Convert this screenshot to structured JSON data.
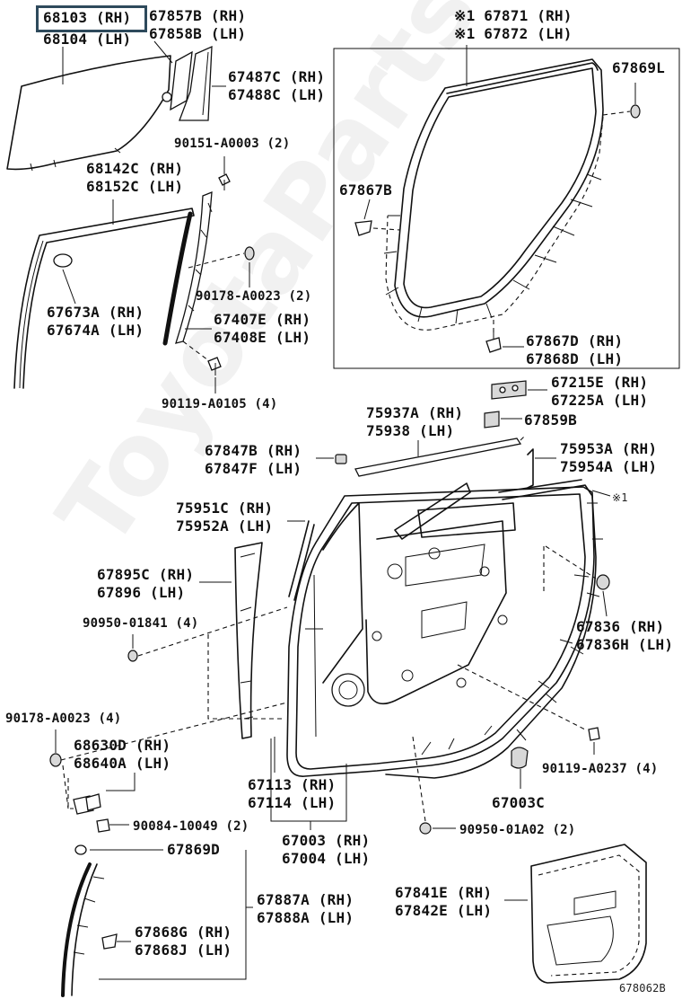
{
  "watermark": "ToyotaPartsMine.ru",
  "diagram_code": "678062B",
  "highlighted_part": "68103 (RH)",
  "labels": {
    "p68103": "68103 (RH)",
    "p68104": "68104 (LH)",
    "p67857b": "67857B (RH)",
    "p67858b": "67858B (LH)",
    "p67487c": "67487C (RH)",
    "p67488c": "67488C (LH)",
    "p90151": "90151-A0003 (2)",
    "p68142c": "68142C (RH)",
    "p68152c": "68152C (LH)",
    "p67673a": "67673A (RH)",
    "p67674a": "67674A (LH)",
    "p90178a": "90178-A0023 (2)",
    "p67407e": "67407E (RH)",
    "p67408e": "67408E (LH)",
    "p90119a": "90119-A0105 (4)",
    "p67871": "※1 67871 (RH)",
    "p67872": "※1 67872 (LH)",
    "p67869l": "67869L",
    "p67867b": "67867B",
    "p67867d": "67867D (RH)",
    "p67868d": "67868D (LH)",
    "p67215e": "67215E (RH)",
    "p67225a": "67225A (LH)",
    "p67859b": "67859B",
    "p75937a": "75937A (RH)",
    "p75938": "75938 (LH)",
    "p67847b": "67847B (RH)",
    "p67847f": "67847F (LH)",
    "p75953a": "75953A (RH)",
    "p75954a": "75954A (LH)",
    "ref1": "※1",
    "p75951c": "75951C (RH)",
    "p75952a": "75952A (LH)",
    "p67895c": "67895C (RH)",
    "p67896": "67896 (LH)",
    "p90950a": "90950-01841 (4)",
    "p67836": "67836 (RH)",
    "p67836h": "67836H (LH)",
    "p90178b": "90178-A0023 (4)",
    "p68630d": "68630D (RH)",
    "p68640a": "68640A (LH)",
    "p67113": "67113 (RH)",
    "p67114": "67114 (LH)",
    "p90119b": "90119-A0237 (4)",
    "p67003c": "67003C",
    "p90084": "90084-10049 (2)",
    "p67003": "67003 (RH)",
    "p67004": "67004 (LH)",
    "p90950b": "90950-01A02 (2)",
    "p67869d": "67869D",
    "p67887a": "67887A (RH)",
    "p67888a": "67888A (LH)",
    "p67841e": "67841E (RH)",
    "p67842e": "67842E (LH)",
    "p67868g": "67868G (RH)",
    "p67868j": "67868J (LH)"
  }
}
